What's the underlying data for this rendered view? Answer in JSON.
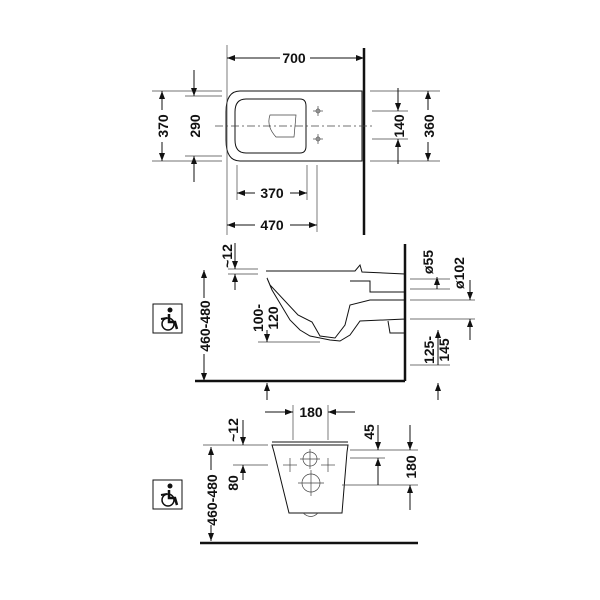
{
  "top_view": {
    "length": "700",
    "width_outer": "370",
    "width_inner": "290",
    "fixing_spacing": "140",
    "wall_width": "360",
    "fixing_depth_1": "370",
    "fixing_depth_2": "470"
  },
  "side_view": {
    "seat_offset": "~12",
    "seat_height": "460-480",
    "bowl_depth": "100-\n120",
    "bowl_depth_1": "100-",
    "bowl_depth_2": "120",
    "inlet_diameter": "ø55",
    "outlet_diameter": "ø102",
    "outlet_height_1": "125-",
    "outlet_height_2": "145",
    "accessibility_icon": "wheelchair-icon"
  },
  "front_view": {
    "fixing_width": "180",
    "seat_offset": "~12",
    "seat_height": "460-480",
    "inlet_offset": "80",
    "top_offset": "45",
    "fixing_height": "180",
    "accessibility_icon": "wheelchair-icon"
  }
}
